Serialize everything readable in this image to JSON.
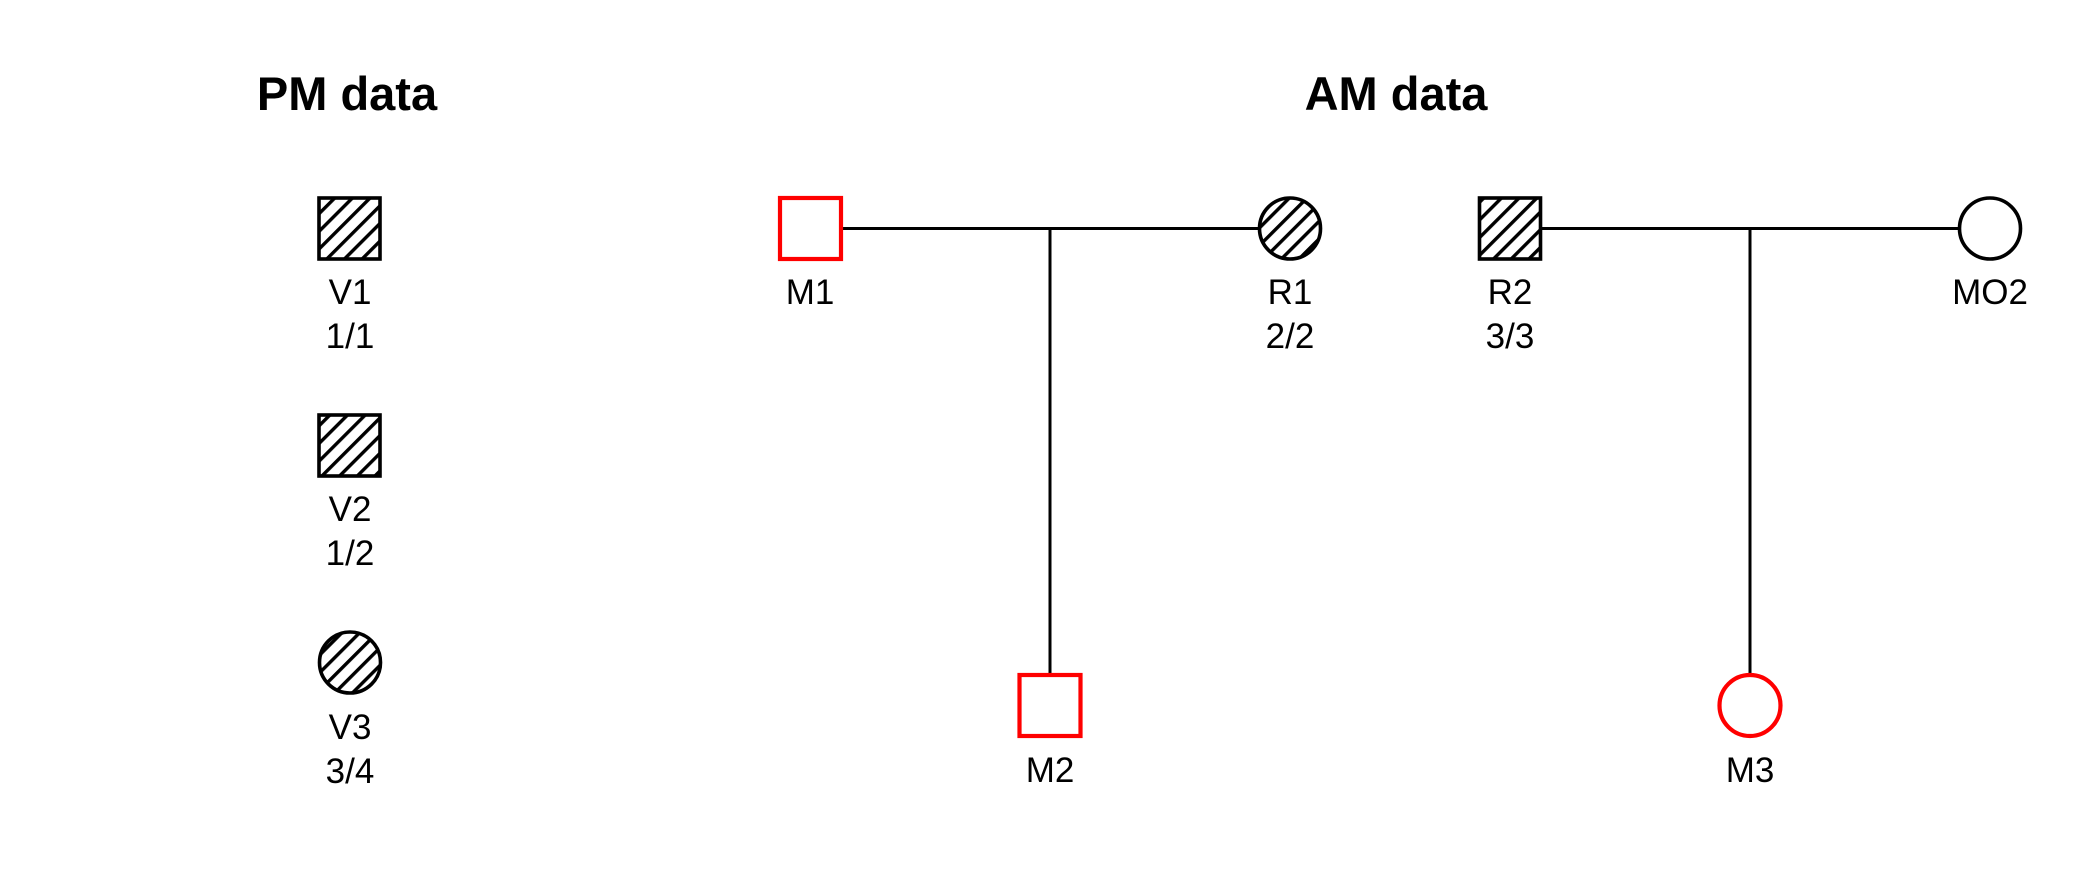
{
  "pm_panel": {
    "title": "PM data",
    "victims": [
      {
        "label": "V1",
        "genotype": "1/1",
        "shape": "square",
        "fill": "hatched"
      },
      {
        "label": "V2",
        "genotype": "1/2",
        "shape": "square",
        "fill": "hatched"
      },
      {
        "label": "V3",
        "genotype": "3/4",
        "shape": "circle",
        "fill": "hatched"
      }
    ]
  },
  "am_panel": {
    "title": "AM data",
    "families": [
      {
        "father": {
          "label": "M1",
          "shape": "square",
          "outline": "red",
          "status": "missing"
        },
        "mother": {
          "label": "R1",
          "genotype": "2/2",
          "shape": "circle",
          "fill": "hatched",
          "status": "reference"
        },
        "child": {
          "label": "M2",
          "shape": "square",
          "outline": "red",
          "status": "missing"
        }
      },
      {
        "father": {
          "label": "R2",
          "genotype": "3/3",
          "shape": "square",
          "fill": "hatched",
          "status": "reference"
        },
        "mother": {
          "label": "MO2",
          "shape": "circle",
          "fill": "plain"
        },
        "child": {
          "label": "M3",
          "shape": "circle",
          "outline": "red",
          "status": "missing"
        }
      }
    ]
  },
  "colors": {
    "missing": "#FF0000",
    "outline": "#000000",
    "hatch": "#000000",
    "line": "#000000",
    "text": "#000000",
    "background": "#FFFFFF"
  }
}
